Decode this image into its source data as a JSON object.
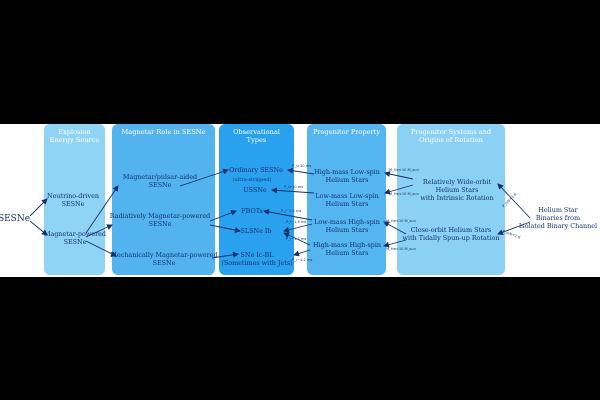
{
  "columns": [
    {
      "id": "c1",
      "title": "Explosion\nEnergy Source",
      "color": "#8fd3f5"
    },
    {
      "id": "c2",
      "title": "Magnetar Role in SESNe",
      "color": "#52b3ef"
    },
    {
      "id": "c3",
      "title": "Observational\nTypes",
      "color": "#2aa1ee"
    },
    {
      "id": "c4",
      "title": "Progenitor Property",
      "color": "#55b5f0"
    },
    {
      "id": "c5",
      "title": "Progenitor Systems and\nOrigins of Rotation",
      "color": "#8bd1f5"
    }
  ],
  "nodes": {
    "sesne": "SESNe",
    "neutrino": "Neutrino-driven\nSESNe",
    "magnetar": "Magnetar-powered\nSESNe",
    "pulsar_aided": "Magnetar/pulsar-aided\nSESNe",
    "radiative": "Radiatively Magnetar-powered\nSESNe",
    "mechanical": "Mechanically Magnetar-powered\nSESNe",
    "ordinary": "Ordinary SESNe",
    "ussne": "USSNe",
    "ussne_note": "(ultra-stripped)",
    "fbots": "FBOTs",
    "slsne": "SLSNe Ib",
    "sneicbl": "SNe Ic-BL\n(Sometimes with Jets)",
    "hm_low": "High-mass Low-spin\nHelium Stars",
    "lm_low": "Low-mass Low-spin\nHelium Stars",
    "lm_high": "Low-mass High-spin\nHelium Stars",
    "hm_high": "High-mass High-spin\nHelium Stars",
    "wide": "Relatively Wide-orbit\nHelium Stars\nwith Intrinsic Rotation",
    "close": "Close-orbit Helium Stars\nwith Tidally Spun-up Rotation",
    "binary": "Helium Star\nBinaries from\nIsolated Binary Channel"
  },
  "edge_labels": {
    "e_sesne_neutrino": "",
    "e_sesne_magnetar": "",
    "e_mag_pulsar": "",
    "e_mag_radiative": "",
    "e_mag_mechanical": "",
    "e_ord": "P_i>10 ms",
    "e_uss": "P_i>10 ms",
    "e_fbot": "P_i~2-5 ms",
    "e_sl1": "P_i~1-5 ms",
    "e_sl2": "P_i~1-5 ms",
    "e_icbl": "P_i~1-2 ms",
    "e_wide1": "M_He>10 M_sun",
    "e_wide2": "M_He<10 M_sun",
    "e_close1": "M_He<10 M_sun",
    "e_close2": "M_He>10 M_sun",
    "e_bin1": "P_orb>1 d",
    "e_bin2": "P_orb<1 d"
  }
}
